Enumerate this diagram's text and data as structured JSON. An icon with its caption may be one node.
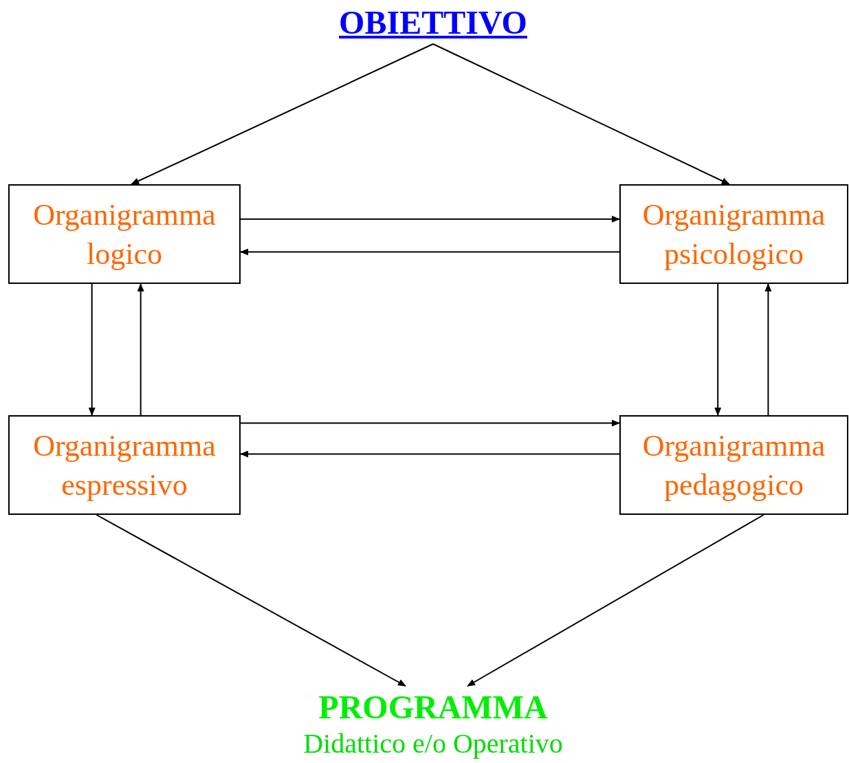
{
  "diagram": {
    "nodes": [
      {
        "text": [
          "OBIETTIVO"
        ]
      },
      {
        "text": [
          "Organigramma logico"
        ]
      },
      {
        "text": [
          "Organigramma psicologico"
        ]
      },
      {
        "text": [
          "Organigramma espressivo"
        ]
      },
      {
        "text": [
          "Organigramma pedagogico"
        ]
      },
      {
        "text": [
          "PROGRAMMA",
          "Didattico e/o Operativo"
        ]
      }
    ],
    "edges": [
      {
        "from": 0,
        "to": 1,
        "arrow": "to"
      },
      {
        "from": 0,
        "to": 2,
        "arrow": "to"
      },
      {
        "from": 1,
        "to": 2,
        "arrow": "to"
      },
      {
        "from": 2,
        "to": 1,
        "arrow": "to"
      },
      {
        "from": 1,
        "to": 3,
        "arrow": "to"
      },
      {
        "from": 3,
        "to": 1,
        "arrow": "to"
      },
      {
        "from": 2,
        "to": 4,
        "arrow": "to"
      },
      {
        "from": 4,
        "to": 2,
        "arrow": "to"
      },
      {
        "from": 3,
        "to": 4,
        "arrow": "to"
      },
      {
        "from": 4,
        "to": 3,
        "arrow": "to"
      },
      {
        "from": 3,
        "to": 5,
        "arrow": "to"
      },
      {
        "from": 4,
        "to": 5,
        "arrow": "to"
      }
    ]
  }
}
